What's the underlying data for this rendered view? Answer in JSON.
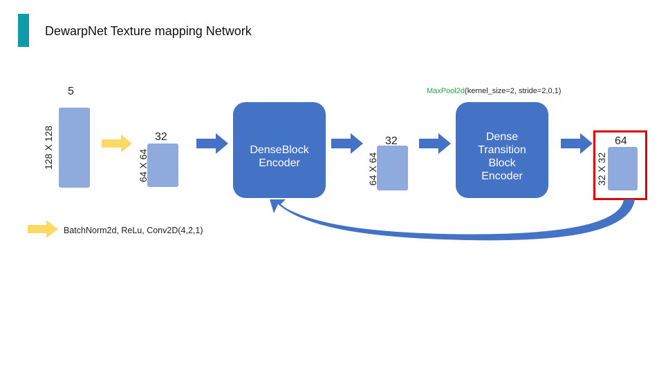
{
  "title": "DewarpNet Texture mapping Network",
  "input": {
    "channels": "5",
    "size": "128 X 128"
  },
  "stage1": {
    "channels": "32",
    "size": "64 X 64"
  },
  "dense_block": {
    "line1": "DenseBlock",
    "line2": "Encoder"
  },
  "stage2": {
    "channels": "32",
    "size": "64 X 64"
  },
  "transition_block": {
    "line1": "Dense",
    "line2": "Transition",
    "line3": "Block",
    "line4": "Encoder"
  },
  "maxpool": {
    "name": "MaxPool2d",
    "params": "(kernel_size=2, stride=2,0,1)"
  },
  "output": {
    "channels": "64",
    "size": "32 X 32"
  },
  "legend": {
    "text": "BatchNorm2d,  ReLu,  Conv2D(4,2,1)"
  },
  "colors": {
    "accent": "#0E9AA7",
    "light_block": "#8FAADC",
    "dark_block": "#4472C4",
    "arrow_blue": "#4472C4",
    "arrow_yellow": "#FFD966",
    "highlight": "#E00000",
    "maxpool_text": "#2EA44F"
  }
}
